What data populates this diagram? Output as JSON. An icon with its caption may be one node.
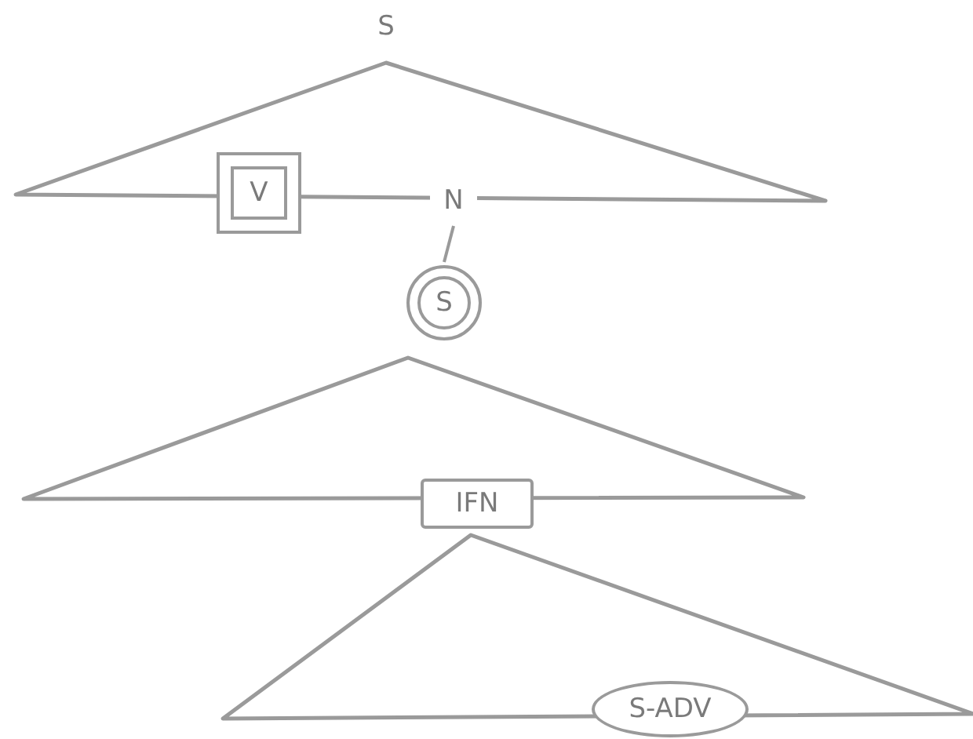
{
  "diagram": {
    "nodes": [
      {
        "text": [
          "S"
        ]
      },
      {
        "text": [
          "V"
        ]
      },
      {
        "text": [
          "N"
        ]
      },
      {
        "text": [
          "S"
        ]
      },
      {
        "text": [
          "IFN"
        ]
      },
      {
        "text": [
          "S-ADV"
        ]
      }
    ],
    "edges": [
      {
        "from": 2,
        "to": 3,
        "arrow": "none"
      }
    ]
  }
}
